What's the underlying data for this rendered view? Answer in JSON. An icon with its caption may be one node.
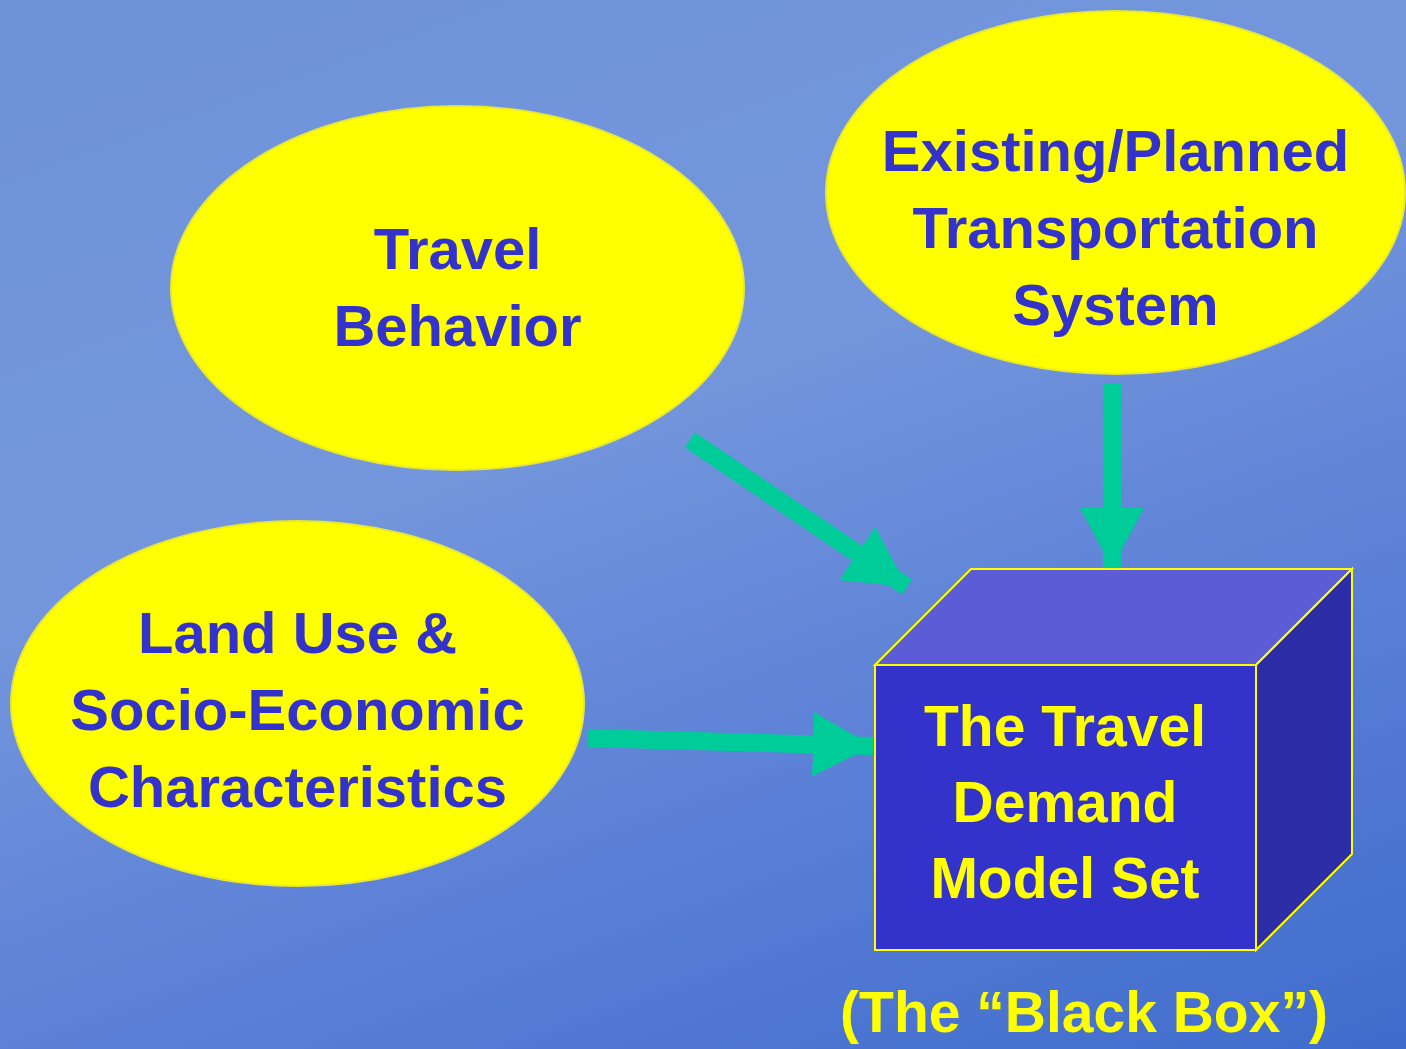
{
  "diagram": {
    "nodes": [
      {
        "text": [
          "Travel Behavior"
        ]
      },
      {
        "text": [
          "Existing/Planned Transportation System"
        ]
      },
      {
        "text": [
          "Land Use & Socio-Economic Characteristics"
        ]
      },
      {
        "text": [
          "The Travel Demand Model Set"
        ],
        "beside": [
          "(The “Black Box”)"
        ]
      }
    ],
    "edges": [
      {
        "from": 0,
        "to": 3,
        "arrow": "to"
      },
      {
        "from": 1,
        "to": 3,
        "arrow": "to"
      },
      {
        "from": 2,
        "to": 3,
        "arrow": "to"
      }
    ]
  }
}
